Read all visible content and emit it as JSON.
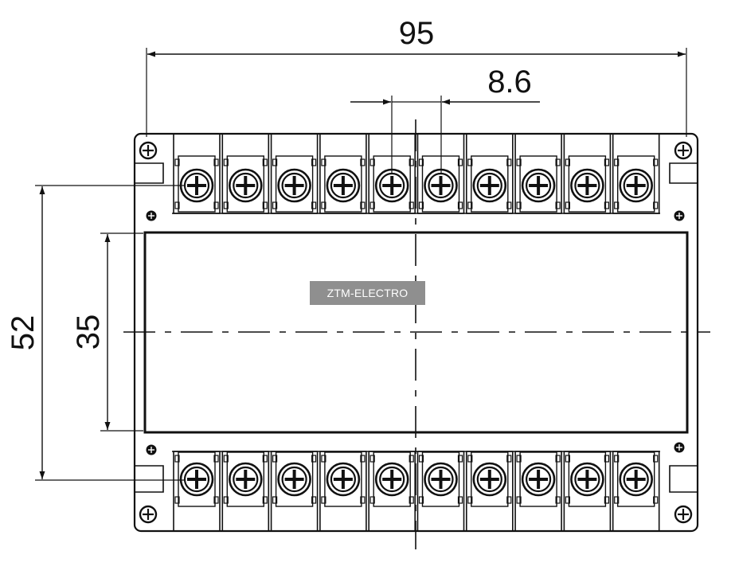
{
  "dimensions": {
    "overall_width": "95",
    "terminal_pitch": "8.6",
    "overall_height": "52",
    "window_height": "35"
  },
  "watermark": "ZTM-ELECTRO",
  "terminal_rows": {
    "top_count": 10,
    "bottom_count": 10
  },
  "colors": {
    "line": "#111111",
    "badge": "#8f8f8f"
  }
}
